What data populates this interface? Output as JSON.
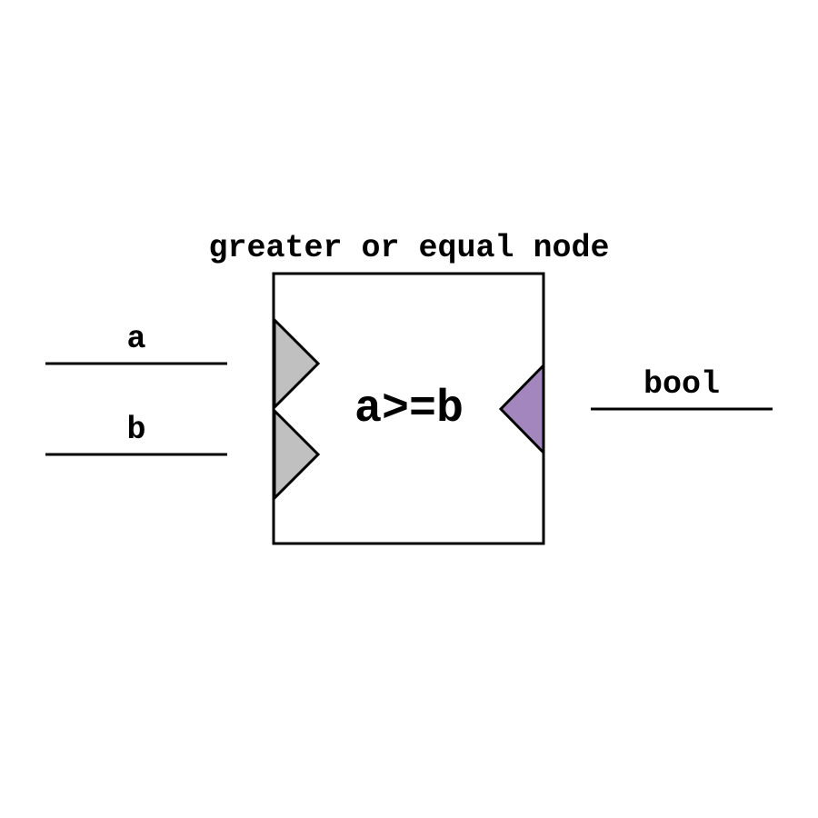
{
  "node": {
    "title": "greater or equal node",
    "operator": "a>=b"
  },
  "inputs": [
    {
      "label": "a",
      "port_color": "#c0c0c0"
    },
    {
      "label": "b",
      "port_color": "#c0c0c0"
    }
  ],
  "outputs": [
    {
      "label": "bool",
      "port_color": "#a286bd"
    }
  ],
  "colors": {
    "stroke": "#000000",
    "background": "#ffffff"
  }
}
